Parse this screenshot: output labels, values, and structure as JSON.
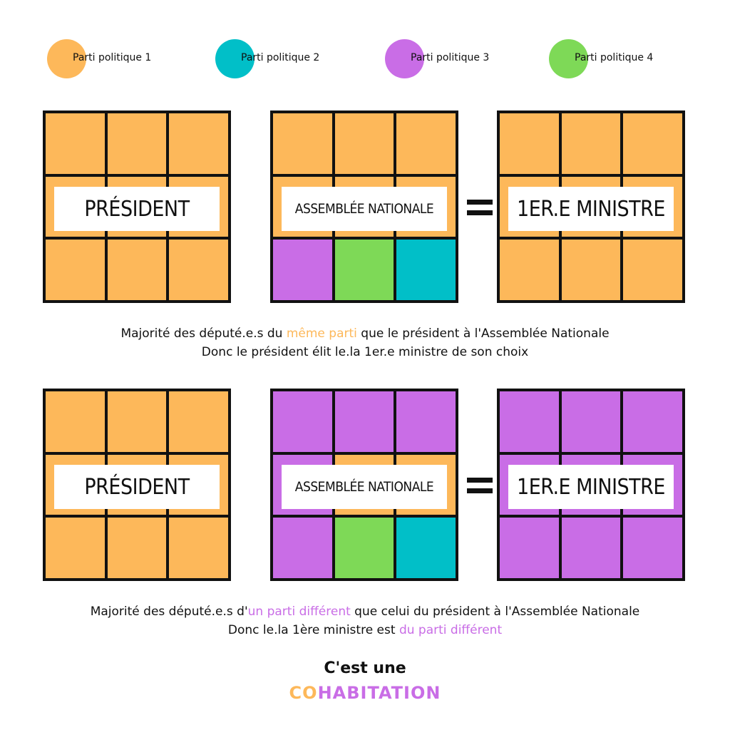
{
  "colors": {
    "orange": "#FDB85A",
    "teal": "#01BFC8",
    "purple": "#C96DE6",
    "green": "#7ED957",
    "ink": "#111111"
  },
  "legend": [
    {
      "label": "Parti politique 1",
      "color": "#FDB85A"
    },
    {
      "label": "Parti politique 2",
      "color": "#01BFC8"
    },
    {
      "label": "Parti politique 3",
      "color": "#C96DE6"
    },
    {
      "label": "Parti politique 4",
      "color": "#7ED957"
    }
  ],
  "scenario1": {
    "president": {
      "label": "PRÉSIDENT",
      "cells": [
        "#FDB85A",
        "#FDB85A",
        "#FDB85A",
        "#FDB85A",
        "#FDB85A",
        "#FDB85A",
        "#FDB85A",
        "#FDB85A",
        "#FDB85A"
      ]
    },
    "assembly": {
      "label": "ASSEMBLÉE NATIONALE",
      "cells": [
        "#FDB85A",
        "#FDB85A",
        "#FDB85A",
        "#FDB85A",
        "#FDB85A",
        "#FDB85A",
        "#C96DE6",
        "#7ED957",
        "#01BFC8"
      ]
    },
    "minister": {
      "label": "1ER.E MINISTRE",
      "cells": [
        "#FDB85A",
        "#FDB85A",
        "#FDB85A",
        "#FDB85A",
        "#FDB85A",
        "#FDB85A",
        "#FDB85A",
        "#FDB85A",
        "#FDB85A"
      ]
    },
    "caption_line1": [
      {
        "text": "Majorité des député.e.s du ",
        "color": "#111111"
      },
      {
        "text": "même parti",
        "color": "#FDB85A"
      },
      {
        "text": " que le président à l'Assemblée Nationale",
        "color": "#111111"
      }
    ],
    "caption_line2": [
      {
        "text": "Donc le président élit le.la 1er.e ministre de son choix",
        "color": "#111111"
      }
    ]
  },
  "scenario2": {
    "president": {
      "label": "PRÉSIDENT",
      "cells": [
        "#FDB85A",
        "#FDB85A",
        "#FDB85A",
        "#FDB85A",
        "#FDB85A",
        "#FDB85A",
        "#FDB85A",
        "#FDB85A",
        "#FDB85A"
      ]
    },
    "assembly": {
      "label": "ASSEMBLÉE NATIONALE",
      "cells": [
        "#C96DE6",
        "#C96DE6",
        "#C96DE6",
        "#C96DE6",
        "#FDB85A",
        "#FDB85A",
        "#C96DE6",
        "#7ED957",
        "#01BFC8"
      ]
    },
    "minister": {
      "label": "1ER.E MINISTRE",
      "cells": [
        "#C96DE6",
        "#C96DE6",
        "#C96DE6",
        "#C96DE6",
        "#C96DE6",
        "#C96DE6",
        "#C96DE6",
        "#C96DE6",
        "#C96DE6"
      ]
    },
    "caption_line1": [
      {
        "text": "Majorité des député.e.s d'",
        "color": "#111111"
      },
      {
        "text": "un parti différent",
        "color": "#C96DE6"
      },
      {
        "text": " que celui du président à l'Assemblée Nationale",
        "color": "#111111"
      }
    ],
    "caption_line2": [
      {
        "text": "Donc le.la 1ère ministre est ",
        "color": "#111111"
      },
      {
        "text": "du parti différent",
        "color": "#C96DE6"
      }
    ]
  },
  "outro": {
    "line1": "C'est une",
    "line2_prefix": "CO",
    "line2_prefix_color": "#FDB85A",
    "line2_rest": "HABITATION",
    "line2_rest_color": "#C96DE6"
  }
}
